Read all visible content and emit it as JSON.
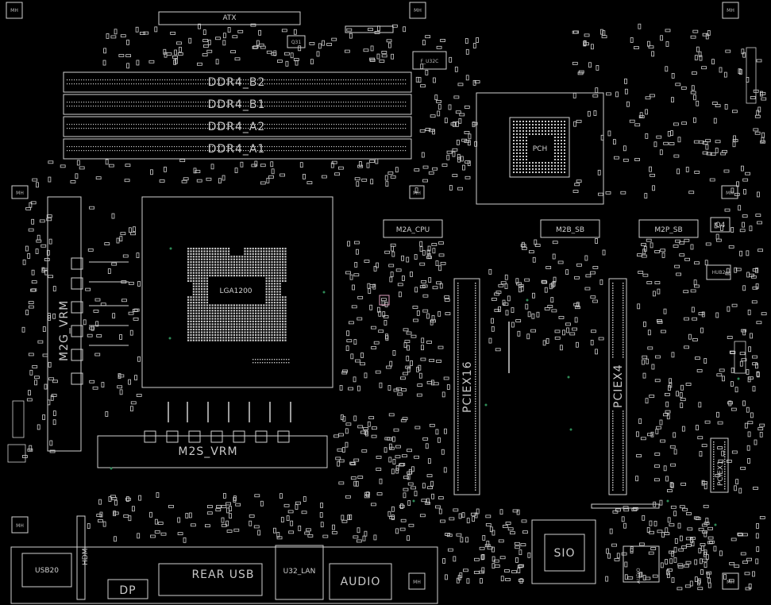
{
  "labels": {
    "atx": "ATX",
    "ddr4_b2": "DDR4_B2",
    "ddr4_b1": "DDR4_B1",
    "ddr4_a2": "DDR4_A2",
    "ddr4_a1": "DDR4_A1",
    "cpu_socket": "LGA1200",
    "m2a_cpu": "M2A_CPU",
    "m2b_sb": "M2B_SB",
    "m2p_sb": "M2P_SB",
    "pciex16": "PCIEX16",
    "pciex4": "PCIEX4",
    "pciex1": "PCIEX1",
    "pch": "PCH",
    "sio": "SIO",
    "m2g_vrm": "M2G_VRM",
    "m2s_vrm": "M2S_VRM",
    "usb20": "USB20",
    "dp": "DP",
    "rear_usb": "REAR USB",
    "u32_lan": "U32_LAN",
    "audio": "AUDIO",
    "hdmi": "HDMI",
    "q4": "Q4",
    "q31": "Q31",
    "f_u32c": "F_U32C",
    "hub2": "HUB2",
    "mh": "MH",
    "audio2": "AUDIO"
  },
  "colors": {
    "background": "#000000",
    "outline": "#d0d0d0",
    "pin": "#c8c8c8",
    "highlight": "#e0a0c0",
    "via": "#2e8b57"
  }
}
